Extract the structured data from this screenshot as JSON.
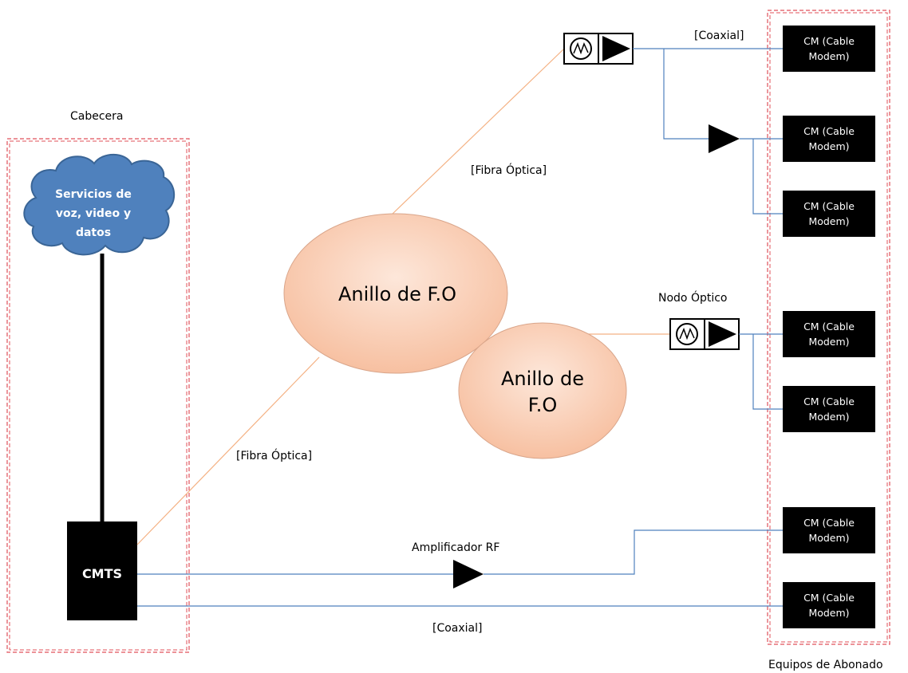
{
  "headend": {
    "label": "Cabecera",
    "cloud_line1": "Servicios de",
    "cloud_line2": "voz, video y",
    "cloud_line3": "datos",
    "cmts_label": "CMTS"
  },
  "ring_large": {
    "label": "Anillo de F.O"
  },
  "ring_small": {
    "line1": "Anillo de",
    "line2": "F.O"
  },
  "labels": {
    "fiber_top": "[Fibra Óptica]",
    "fiber_bottom": "[Fibra Óptica]",
    "coaxial_top": "[Coaxial]",
    "coaxial_bottom": "[Coaxial]",
    "optical_node": "Nodo Óptico",
    "rf_amplifier": "Amplificador RF"
  },
  "subscriber": {
    "label": "Equipos de Abonado",
    "cm_line1": "CM (Cable",
    "cm_line2": "Modem)"
  },
  "colors": {
    "fiber": "#f4b183",
    "coax": "#4f81bd",
    "cloud_fill": "#4f81bd",
    "ring_fill": "#fbd5bf",
    "dash_box": "#e0505a"
  }
}
